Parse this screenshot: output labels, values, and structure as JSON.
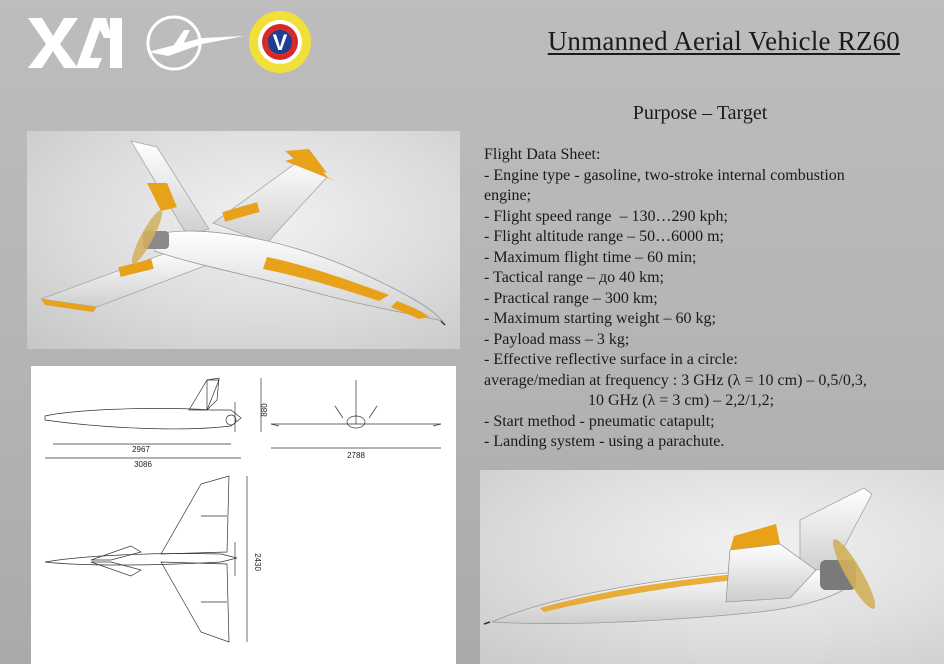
{
  "header": {
    "title": "Unmanned Aerial Vehicle  RZ60",
    "purpose": "Purpose – Target"
  },
  "logos": [
    {
      "name": "xai-logo",
      "text": "XAI"
    },
    {
      "name": "aircraft-emblem-logo"
    },
    {
      "name": "roundel-logo",
      "text": "V"
    }
  ],
  "spec_sheet": {
    "heading": "Flight Data Sheet:",
    "lines": [
      "- Engine type - gasoline, two-stroke internal combustion",
      "engine;",
      "- Flight speed range  – 130…290 kph;",
      "- Flight altitude range – 50…6000 m;",
      "- Maximum flight time – 60 min;",
      "- Tactical range – до 40 km;",
      "- Practical range – 300 km;",
      "- Maximum starting weight – 60 kg;",
      "- Payload mass – 3 kg;",
      "- Effective reflective surface in a circle:",
      "average/median at frequency : 3 GHz (λ = 10 cm) – 0,5/0,3,",
      "                          10 GHz (λ = 3 cm) – 2,2/1,2;",
      "- Start method - pneumatic catapult;",
      "- Landing system - using a parachute."
    ]
  },
  "drawing": {
    "dims": {
      "height": "880",
      "length_inner": "2967",
      "length_total": "3086",
      "span_front": "2788",
      "span_top": "2430"
    }
  },
  "colors": {
    "background": "#b8b8b8",
    "airframe": "#f2f2f2",
    "accent_orange": "#e8a21a",
    "roundel_yellow": "#f2e03a",
    "roundel_blue": "#1c3f8f",
    "roundel_red": "#d42a2a"
  }
}
